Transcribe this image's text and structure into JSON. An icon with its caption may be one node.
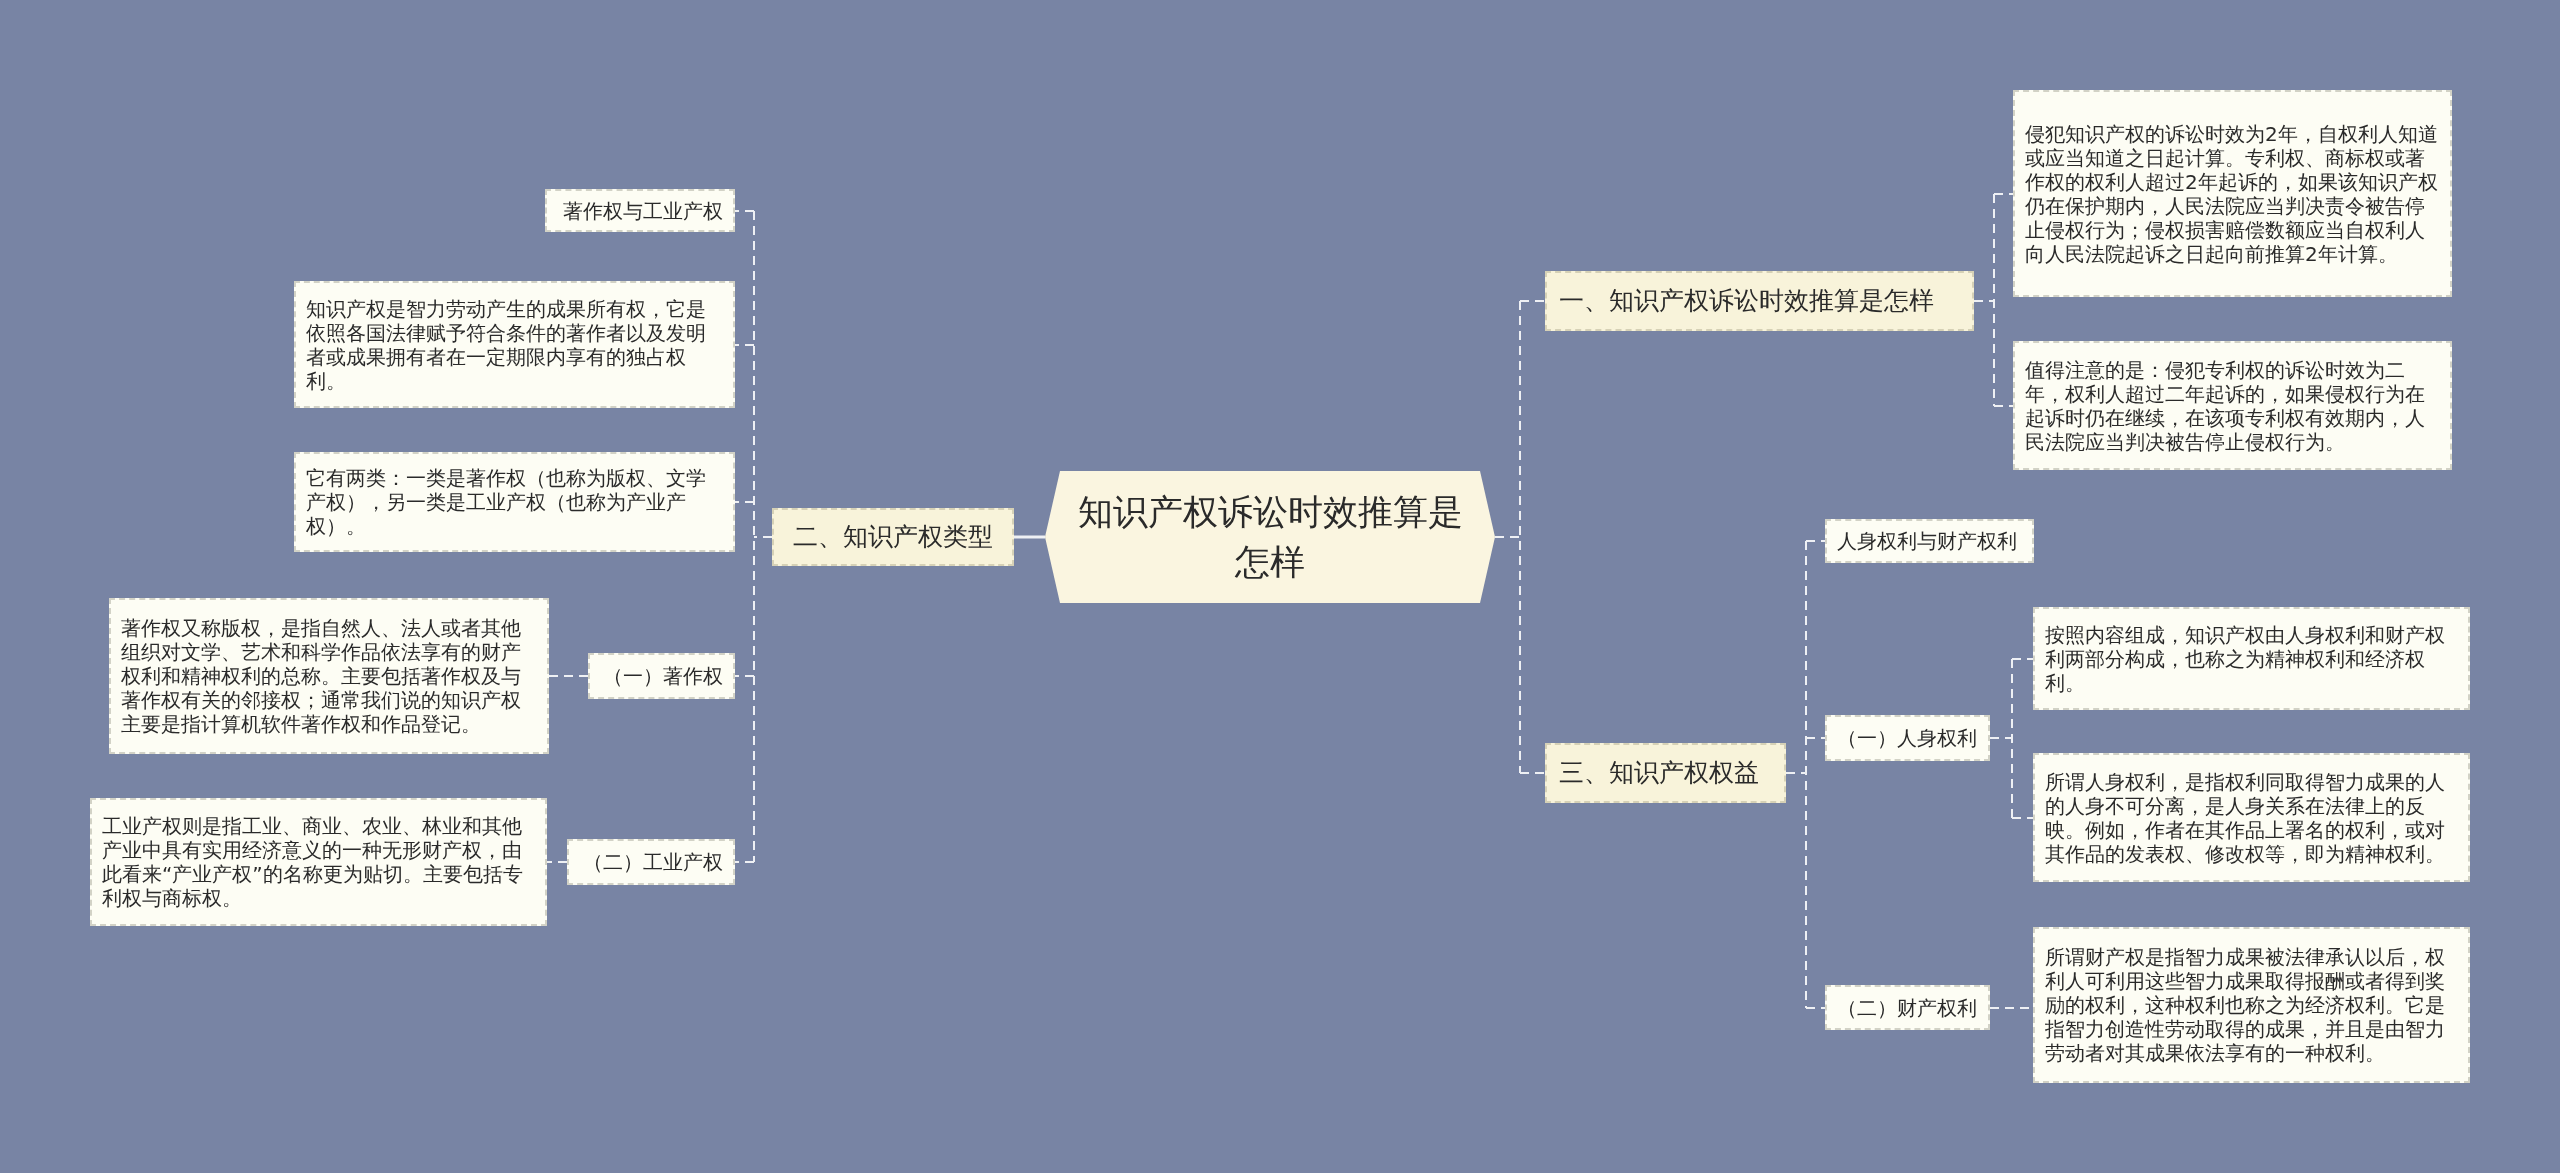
{
  "diagram": {
    "nodes": [
      {
        "text": [
          "知识产权诉讼时效推算是怎样"
        ]
      },
      {
        "text": [
          "二、知识产权类型"
        ]
      },
      {
        "text": [
          "著作权与工业产权"
        ]
      },
      {
        "text": [
          "知识产权是智力劳动产生的成果所有权，它是依照各国法律赋予符合条件的著作者以及发明者或成果拥有者在一定期限内享有的独占权利。"
        ]
      },
      {
        "text": [
          "它有两类：一类是著作权（也称为版权、文学产权），另一类是工业产权（也称为产业产权）。"
        ]
      },
      {
        "text": [
          "（一）著作权"
        ]
      },
      {
        "text": [
          "著作权又称版权，是指自然人、法人或者其他组织对文学、艺术和科学作品依法享有的财产权利和精神权利的总称。主要包括著作权及与著作权有关的邻接权；通常我们说的知识产权主要是指计算机软件著作权和作品登记。"
        ]
      },
      {
        "text": [
          "（二）工业产权"
        ]
      },
      {
        "text": [
          "工业产权则是指工业、商业、农业、林业和其他产业中具有实用经济意义的一种无形财产权，由此看来“产业产权”的名称更为贴切。主要包括专利权与商标权。"
        ]
      },
      {
        "text": [
          "一、知识产权诉讼时效推算是怎样"
        ]
      },
      {
        "text": [
          "侵犯知识产权的诉讼时效为2年，自权利人知道或应当知道之日起计算。专利权、商标权或著作权的权利人超过2年起诉的，如果该知识产权仍在保护期内，人民法院应当判决责令被告停止侵权行为；侵权损害赔偿数额应当自权利人向人民法院起诉之日起向前推算2年计算。"
        ]
      },
      {
        "text": [
          "值得注意的是：侵犯专利权的诉讼时效为二年，权利人超过二年起诉的，如果侵权行为在起诉时仍在继续，在该项专利权有效期内，人民法院应当判决被告停止侵权行为。"
        ]
      },
      {
        "text": [
          "三、知识产权权益"
        ]
      },
      {
        "text": [
          "人身权利与财产权利"
        ]
      },
      {
        "text": [
          "（一）人身权利"
        ]
      },
      {
        "text": [
          "按照内容组成，知识产权由人身权利和财产权利两部分构成，也称之为精神权利和经济权利。"
        ]
      },
      {
        "text": [
          "所谓人身权利，是指权利同取得智力成果的人的人身不可分离，是人身关系在法律上的反映。例如，作者在其作品上署名的权利，或对其作品的发表权、修改权等，即为精神权利。"
        ]
      },
      {
        "text": [
          "（二）财产权利"
        ]
      },
      {
        "text": [
          "所谓财产权是指智力成果被法律承认以后，权利人可利用这些智力成果取得报酬或者得到奖励的权利，这种权利也称之为经济权利。它是指智力创造性劳动取得的成果，并且是由智力劳动者对其成果依法享有的一种权利。"
        ]
      }
    ],
    "edges": [
      {
        "from": 0,
        "to": 1,
        "arrow": "none"
      },
      {
        "from": 1,
        "to": 2,
        "arrow": "none",
        "style": "dashed"
      },
      {
        "from": 1,
        "to": 3,
        "arrow": "none",
        "style": "dashed"
      },
      {
        "from": 1,
        "to": 4,
        "arrow": "none",
        "style": "dashed"
      },
      {
        "from": 1,
        "to": 5,
        "arrow": "none",
        "style": "dashed"
      },
      {
        "from": 5,
        "to": 6,
        "arrow": "none",
        "style": "dashed"
      },
      {
        "from": 1,
        "to": 7,
        "arrow": "none",
        "style": "dashed"
      },
      {
        "from": 7,
        "to": 8,
        "arrow": "none",
        "style": "dashed"
      },
      {
        "from": 0,
        "to": 9,
        "arrow": "none",
        "style": "dashed"
      },
      {
        "from": 9,
        "to": 10,
        "arrow": "none",
        "style": "dashed"
      },
      {
        "from": 9,
        "to": 11,
        "arrow": "none",
        "style": "dashed"
      },
      {
        "from": 0,
        "to": 12,
        "arrow": "none",
        "style": "dashed"
      },
      {
        "from": 12,
        "to": 13,
        "arrow": "none",
        "style": "dashed"
      },
      {
        "from": 12,
        "to": 14,
        "arrow": "none",
        "style": "dashed"
      },
      {
        "from": 14,
        "to": 15,
        "arrow": "none",
        "style": "dashed"
      },
      {
        "from": 14,
        "to": 16,
        "arrow": "none",
        "style": "dashed"
      },
      {
        "from": 12,
        "to": 17,
        "arrow": "none",
        "style": "dashed"
      },
      {
        "from": 17,
        "to": 18,
        "arrow": "none",
        "style": "dashed"
      }
    ]
  }
}
